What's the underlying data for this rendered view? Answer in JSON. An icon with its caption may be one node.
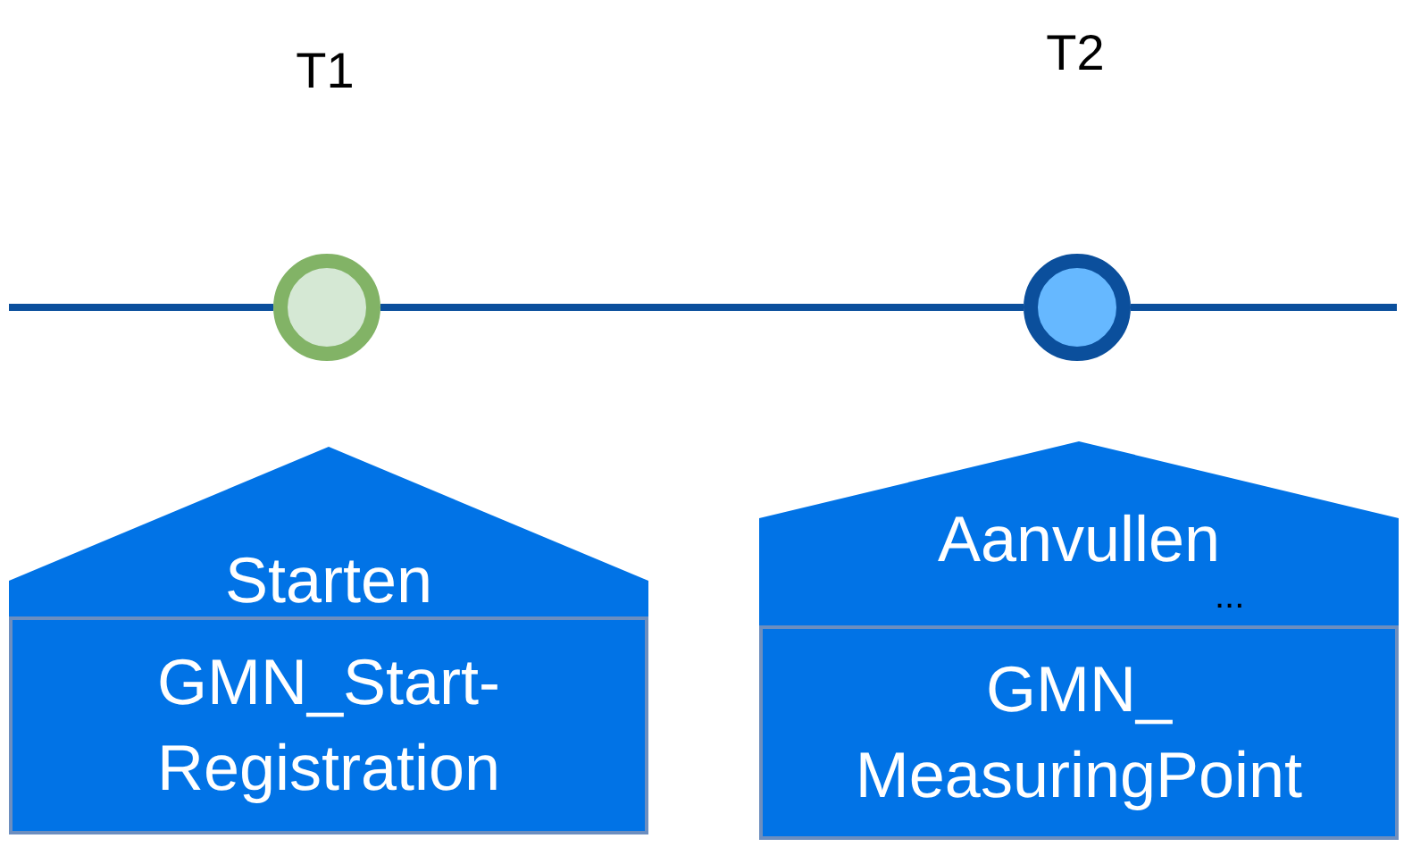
{
  "diagram": {
    "nodes": [
      {
        "text": [],
        "shape": "circle"
      },
      {
        "text": [],
        "shape": "circle"
      },
      {
        "text": [
          "Starten"
        ]
      },
      {
        "text": [
          "GMN_Start- Registration"
        ]
      },
      {
        "text": [
          "Aanvullen",
          "..."
        ]
      },
      {
        "text": [
          "GMN_ MeasuringPoint"
        ]
      }
    ],
    "edges": [
      {
        "from": null,
        "to": 0,
        "arrow": "none"
      },
      {
        "from": 0,
        "to": 1,
        "arrow": "none"
      },
      {
        "from": 1,
        "to": null,
        "arrow": "none"
      }
    ],
    "labels": [
      "T1",
      "T2"
    ]
  }
}
